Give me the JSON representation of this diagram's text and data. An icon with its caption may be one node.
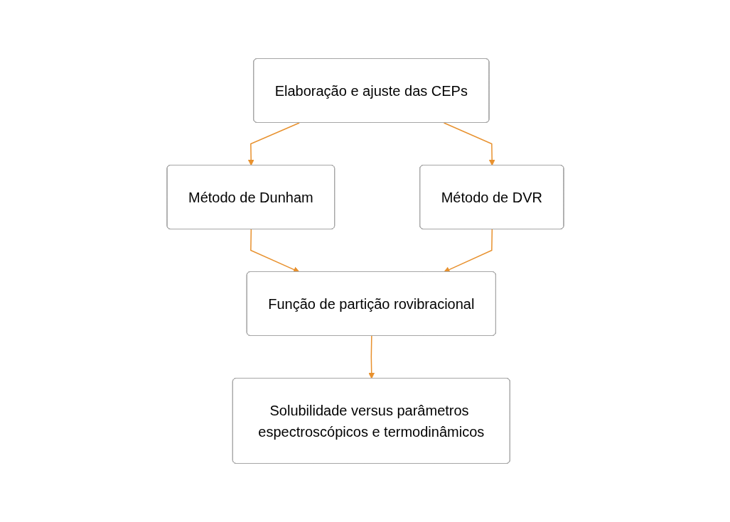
{
  "diagram": {
    "nodes": [
      {
        "text": [
          "Elaboração e ajuste das CEPs"
        ]
      },
      {
        "text": [
          "Método de Dunham"
        ]
      },
      {
        "text": [
          "Método de DVR"
        ]
      },
      {
        "text": [
          "Função de partição rovibracional"
        ]
      },
      {
        "text": [
          "Solubilidade versus parâmetros espectroscópicos e termodinâmicos"
        ]
      }
    ],
    "edges": [
      {
        "from": 0,
        "to": 1,
        "arrow": "to"
      },
      {
        "from": 0,
        "to": 2,
        "arrow": "to"
      },
      {
        "from": 1,
        "to": 3,
        "arrow": "to"
      },
      {
        "from": 2,
        "to": 3,
        "arrow": "to"
      },
      {
        "from": 3,
        "to": 4,
        "arrow": "to"
      }
    ]
  }
}
